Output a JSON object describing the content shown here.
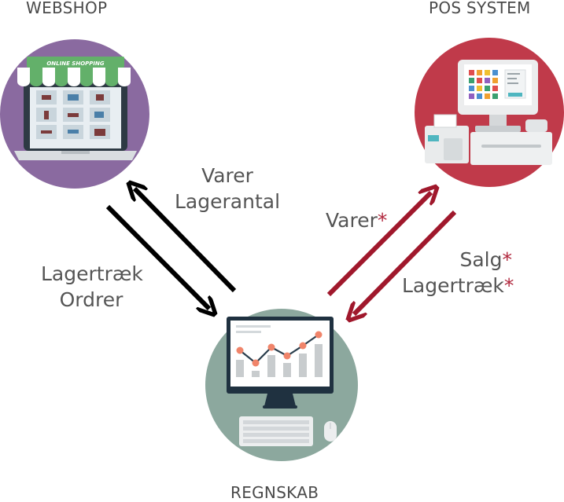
{
  "nodes": {
    "webshop": {
      "title": "WEBSHOP",
      "sign_text": "ONLINE SHOPPING",
      "circle_color": "#8a6aa0"
    },
    "pos": {
      "title": "POS SYSTEM",
      "circle_color": "#c03a4a"
    },
    "accounting": {
      "title": "REGNSKAB",
      "circle_color": "#8ca89e"
    }
  },
  "edges": {
    "to_webshop": {
      "line1": "Varer",
      "line2": "Lagerantal",
      "color": "#000000"
    },
    "from_webshop": {
      "line1": "Lagertræk",
      "line2": "Ordrer",
      "color": "#000000"
    },
    "to_pos": {
      "line1": "Varer",
      "mark": "*",
      "color": "#a0182c"
    },
    "from_pos": {
      "line1": "Salg",
      "line1_mark": "*",
      "line2": "Lagertræk",
      "line2_mark": "*",
      "color": "#a0182c"
    }
  }
}
